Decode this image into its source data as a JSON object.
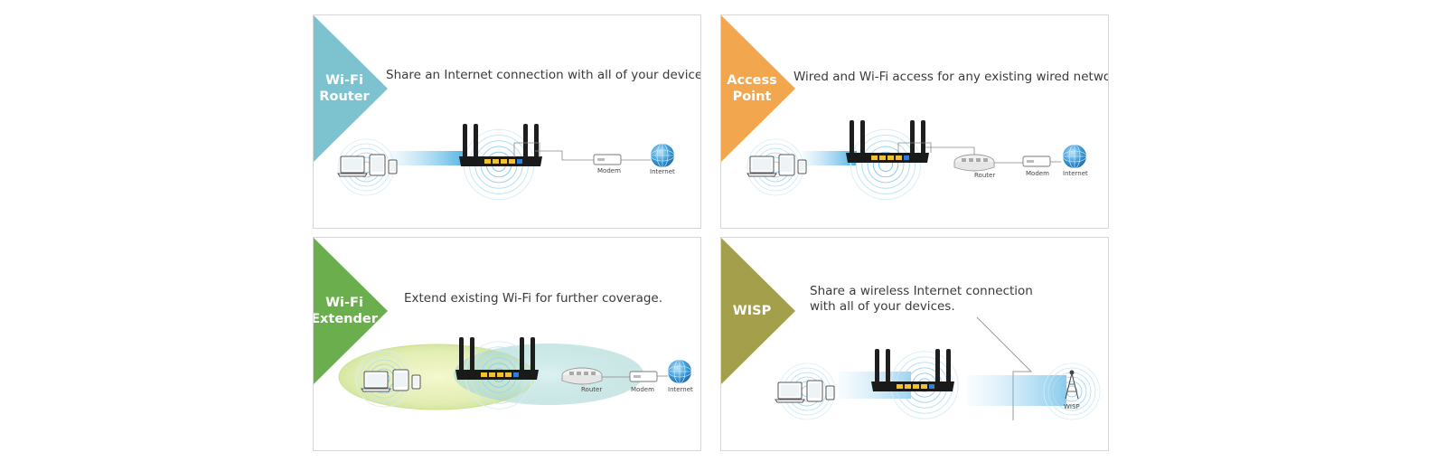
{
  "colors": {
    "router": "#7cc3cf",
    "access_point": "#f2a64d",
    "extender": "#6aae4d",
    "wisp": "#a49f4a"
  },
  "panels": {
    "router": {
      "title_line1": "Wi-Fi",
      "title_line2": "Router",
      "description": "Share an Internet connection  with all of your devices.",
      "labels": {
        "modem": "Modem",
        "internet": "Internet"
      }
    },
    "access_point": {
      "title_line1": "Access",
      "title_line2": "Point",
      "description": "Wired and Wi-Fi access for any existing wired network.",
      "labels": {
        "router": "Router",
        "modem": "Modem",
        "internet": "Internet"
      }
    },
    "extender": {
      "title_line1": "Wi-Fi",
      "title_line2": "Extender",
      "description": "Extend existing Wi-Fi for further coverage.",
      "labels": {
        "router": "Router",
        "modem": "Modem",
        "internet": "Internet"
      }
    },
    "wisp": {
      "title_line1": "WISP",
      "description_line1": "Share a wireless Internet connection",
      "description_line2": "with all of your devices.",
      "labels": {
        "wisp": "WISP"
      }
    }
  },
  "icons": {
    "laptop": "laptop-icon",
    "tablet": "tablet-icon",
    "phone": "phone-icon",
    "router": "wifi-router-icon",
    "modem": "modem-icon",
    "switch": "router-switch-icon",
    "globe": "globe-icon",
    "tower": "wisp-tower-icon",
    "waves": "wifi-signal-icon"
  }
}
